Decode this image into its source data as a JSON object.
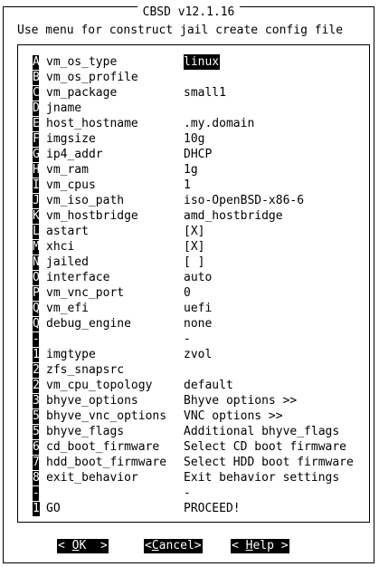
{
  "dialog": {
    "title": "CBSD v12.1.16",
    "subtitle": "Use menu for construct jail create config file"
  },
  "menu": [
    {
      "key": "A",
      "name": "vm_os_type",
      "value": "linux",
      "selected": true
    },
    {
      "key": "B",
      "name": "vm_os_profile",
      "value": ""
    },
    {
      "key": "C",
      "name": "vm_package",
      "value": "small1"
    },
    {
      "key": "D",
      "name": "jname",
      "value": ""
    },
    {
      "key": "E",
      "name": "host_hostname",
      "value": ".my.domain"
    },
    {
      "key": "F",
      "name": "imgsize",
      "value": "10g"
    },
    {
      "key": "G",
      "name": "ip4_addr",
      "value": "DHCP"
    },
    {
      "key": "H",
      "name": "vm_ram",
      "value": "1g"
    },
    {
      "key": "I",
      "name": "vm_cpus",
      "value": "1"
    },
    {
      "key": "J",
      "name": "vm_iso_path",
      "value": "iso-OpenBSD-x86-6"
    },
    {
      "key": "K",
      "name": "vm_hostbridge",
      "value": "amd_hostbridge"
    },
    {
      "key": "L",
      "name": "astart",
      "value": "[X]"
    },
    {
      "key": "M",
      "name": "xhci",
      "value": "[X]"
    },
    {
      "key": "N",
      "name": "jailed",
      "value": "[ ]"
    },
    {
      "key": "O",
      "name": "interface",
      "value": "auto"
    },
    {
      "key": "P",
      "name": "vm_vnc_port",
      "value": "0"
    },
    {
      "key": "Q",
      "name": "vm_efi",
      "value": "uefi"
    },
    {
      "key": "Q",
      "name": "debug_engine",
      "value": "none"
    },
    {
      "key": "-",
      "name": "",
      "value": "-"
    },
    {
      "key": "1",
      "name": "imgtype",
      "value": "zvol"
    },
    {
      "key": "2",
      "name": "zfs_snapsrc",
      "value": ""
    },
    {
      "key": "2",
      "name": "vm_cpu_topology",
      "value": "default"
    },
    {
      "key": "3",
      "name": "bhyve_options",
      "value": "Bhyve options >>"
    },
    {
      "key": "5",
      "name": "bhyve_vnc_options",
      "value": "VNC options >>"
    },
    {
      "key": "5",
      "name": "bhyve_flags",
      "value": "Additional bhyve_flags"
    },
    {
      "key": "6",
      "name": "cd_boot_firmware",
      "value": "Select CD boot firmware"
    },
    {
      "key": "7",
      "name": "hdd_boot_firmware",
      "value": "Select HDD boot firmware"
    },
    {
      "key": "8",
      "name": "exit_behavior",
      "value": "Exit behavior settings"
    },
    {
      "key": "-",
      "name": "",
      "value": "-"
    },
    {
      "key": "10",
      "name": "GO",
      "value": "PROCEED!"
    }
  ],
  "buttons": {
    "ok": {
      "pre": "< ",
      "hot": "O",
      "post": "K  >"
    },
    "cancel": {
      "pre": "<",
      "hot": "C",
      "post": "ancel>"
    },
    "help": {
      "pre": "< ",
      "hot": "H",
      "post": "elp >"
    }
  }
}
